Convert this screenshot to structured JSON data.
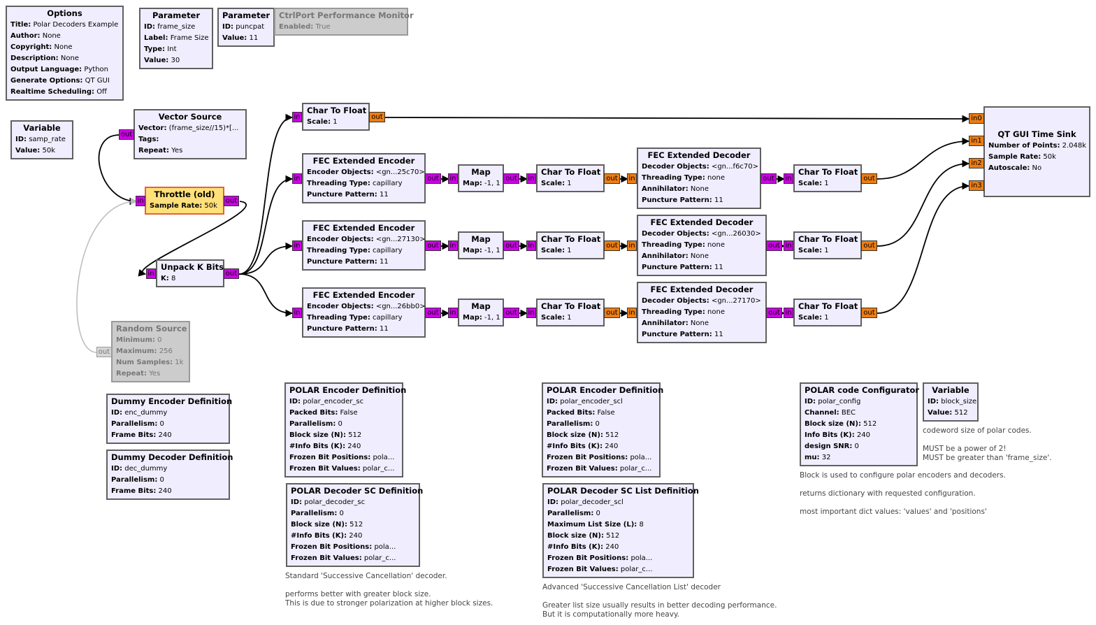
{
  "blocks": {
    "options": {
      "title": "Options",
      "rows": [
        [
          "Title:",
          "Polar Decoders Example"
        ],
        [
          "Author:",
          "None"
        ],
        [
          "Copyright:",
          "None"
        ],
        [
          "Description:",
          "None"
        ],
        [
          "Output Language:",
          "Python"
        ],
        [
          "Generate Options:",
          "QT GUI"
        ],
        [
          "Realtime Scheduling:",
          "Off"
        ]
      ]
    },
    "param1": {
      "title": "Parameter",
      "rows": [
        [
          "ID:",
          "frame_size"
        ],
        [
          "Label:",
          "Frame Size"
        ],
        [
          "Type:",
          "Int"
        ],
        [
          "Value:",
          "30"
        ]
      ]
    },
    "param2": {
      "title": "Parameter",
      "rows": [
        [
          "ID:",
          "puncpat"
        ],
        [
          "Value:",
          "11"
        ]
      ]
    },
    "ctrlport": {
      "title": "CtrlPort Performance Monitor",
      "rows": [
        [
          "Enabled:",
          "True"
        ]
      ]
    },
    "var_samp": {
      "title": "Variable",
      "rows": [
        [
          "ID:",
          "samp_rate"
        ],
        [
          "Value:",
          "50k"
        ]
      ]
    },
    "vecsrc": {
      "title": "Vector Source",
      "rows": [
        [
          "Vector:",
          "(frame_size//15)*[..."
        ],
        [
          "Tags:",
          ""
        ],
        [
          "Repeat:",
          "Yes"
        ]
      ]
    },
    "throttle": {
      "title": "Throttle (old)",
      "rows": [
        [
          "Sample Rate:",
          "50k"
        ]
      ]
    },
    "unpack": {
      "title": "Unpack K Bits",
      "rows": [
        [
          "K:",
          "8"
        ]
      ]
    },
    "randsrc": {
      "title": "Random Source",
      "rows": [
        [
          "Minimum:",
          "0"
        ],
        [
          "Maximum:",
          "256"
        ],
        [
          "Num Samples:",
          "1k"
        ],
        [
          "Repeat:",
          "Yes"
        ]
      ]
    },
    "c2f_top": {
      "title": "Char To Float",
      "rows": [
        [
          "Scale:",
          "1"
        ]
      ]
    },
    "enc1": {
      "title": "FEC Extended Encoder",
      "rows": [
        [
          "Encoder Objects:",
          "<gn...25c70>"
        ],
        [
          "Threading Type:",
          "capillary"
        ],
        [
          "Puncture Pattern:",
          "11"
        ]
      ]
    },
    "enc2": {
      "title": "FEC Extended Encoder",
      "rows": [
        [
          "Encoder Objects:",
          "<gn...27130>"
        ],
        [
          "Threading Type:",
          "capillary"
        ],
        [
          "Puncture Pattern:",
          "11"
        ]
      ]
    },
    "enc3": {
      "title": "FEC Extended Encoder",
      "rows": [
        [
          "Encoder Objects:",
          "<gn...26bb0>"
        ],
        [
          "Threading Type:",
          "capillary"
        ],
        [
          "Puncture Pattern:",
          "11"
        ]
      ]
    },
    "map1": {
      "title": "Map",
      "rows": [
        [
          "Map:",
          "-1, 1"
        ]
      ]
    },
    "map2": {
      "title": "Map",
      "rows": [
        [
          "Map:",
          "-1, 1"
        ]
      ]
    },
    "map3": {
      "title": "Map",
      "rows": [
        [
          "Map:",
          "-1, 1"
        ]
      ]
    },
    "c2f_a1": {
      "title": "Char To Float",
      "rows": [
        [
          "Scale:",
          "1"
        ]
      ]
    },
    "c2f_a2": {
      "title": "Char To Float",
      "rows": [
        [
          "Scale:",
          "1"
        ]
      ]
    },
    "c2f_a3": {
      "title": "Char To Float",
      "rows": [
        [
          "Scale:",
          "1"
        ]
      ]
    },
    "dec1": {
      "title": "FEC Extended Decoder",
      "rows": [
        [
          "Decoder Objects:",
          "<gn...f6c70>"
        ],
        [
          "Threading Type:",
          "none"
        ],
        [
          "Annihilator:",
          "None"
        ],
        [
          "Puncture Pattern:",
          "11"
        ]
      ]
    },
    "dec2": {
      "title": "FEC Extended Decoder",
      "rows": [
        [
          "Decoder Objects:",
          "<gn...26030>"
        ],
        [
          "Threading Type:",
          "none"
        ],
        [
          "Annihilator:",
          "None"
        ],
        [
          "Puncture Pattern:",
          "11"
        ]
      ]
    },
    "dec3": {
      "title": "FEC Extended Decoder",
      "rows": [
        [
          "Decoder Objects:",
          "<gn...27170>"
        ],
        [
          "Threading Type:",
          "none"
        ],
        [
          "Annihilator:",
          "None"
        ],
        [
          "Puncture Pattern:",
          "11"
        ]
      ]
    },
    "c2f_b1": {
      "title": "Char To Float",
      "rows": [
        [
          "Scale:",
          "1"
        ]
      ]
    },
    "c2f_b2": {
      "title": "Char To Float",
      "rows": [
        [
          "Scale:",
          "1"
        ]
      ]
    },
    "c2f_b3": {
      "title": "Char To Float",
      "rows": [
        [
          "Scale:",
          "1"
        ]
      ]
    },
    "sink": {
      "title": "QT GUI Time Sink",
      "rows": [
        [
          "Number of Points:",
          "2.048k"
        ],
        [
          "Sample Rate:",
          "50k"
        ],
        [
          "Autoscale:",
          "No"
        ]
      ]
    },
    "dummy_enc": {
      "title": "Dummy Encoder Definition",
      "rows": [
        [
          "ID:",
          "enc_dummy"
        ],
        [
          "Parallelism:",
          "0"
        ],
        [
          "Frame Bits:",
          "240"
        ]
      ]
    },
    "dummy_dec": {
      "title": "Dummy Decoder Definition",
      "rows": [
        [
          "ID:",
          "dec_dummy"
        ],
        [
          "Parallelism:",
          "0"
        ],
        [
          "Frame Bits:",
          "240"
        ]
      ]
    },
    "polar_enc_sc": {
      "title": "POLAR Encoder Definition",
      "rows": [
        [
          "ID:",
          "polar_encoder_sc"
        ],
        [
          "Packed Bits:",
          "False"
        ],
        [
          "Parallelism:",
          "0"
        ],
        [
          "Block size (N):",
          "512"
        ],
        [
          "#Info Bits (K):",
          "240"
        ],
        [
          "Frozen Bit Positions:",
          "pola..."
        ],
        [
          "Frozen Bit Values:",
          "polar_c..."
        ]
      ]
    },
    "polar_dec_sc": {
      "title": "POLAR Decoder SC Definition",
      "rows": [
        [
          "ID:",
          "polar_decoder_sc"
        ],
        [
          "Parallelism:",
          "0"
        ],
        [
          "Block size (N):",
          "512"
        ],
        [
          "#Info Bits (K):",
          "240"
        ],
        [
          "Frozen Bit Positions:",
          "pola..."
        ],
        [
          "Frozen Bit Values:",
          "polar_c..."
        ]
      ]
    },
    "polar_enc_scl": {
      "title": "POLAR Encoder Definition",
      "rows": [
        [
          "ID:",
          "polar_encoder_scl"
        ],
        [
          "Packed Bits:",
          "False"
        ],
        [
          "Parallelism:",
          "0"
        ],
        [
          "Block size (N):",
          "512"
        ],
        [
          "#Info Bits (K):",
          "240"
        ],
        [
          "Frozen Bit Positions:",
          "pola..."
        ],
        [
          "Frozen Bit Values:",
          "polar_c..."
        ]
      ]
    },
    "polar_dec_scl": {
      "title": "POLAR Decoder SC List Definition",
      "rows": [
        [
          "ID:",
          "polar_decoder_scl"
        ],
        [
          "Parallelism:",
          "0"
        ],
        [
          "Maximum List Size (L):",
          "8"
        ],
        [
          "Block size (N):",
          "512"
        ],
        [
          "#Info Bits (K):",
          "240"
        ],
        [
          "Frozen Bit Positions:",
          "pola..."
        ],
        [
          "Frozen Bit Values:",
          "polar_c..."
        ]
      ]
    },
    "polar_cfg": {
      "title": "POLAR code Configurator",
      "rows": [
        [
          "ID:",
          "polar_config"
        ],
        [
          "Channel:",
          "BEC"
        ],
        [
          "Block size (N):",
          "512"
        ],
        [
          "Info Bits (K):",
          "240"
        ],
        [
          "design SNR:",
          "0"
        ],
        [
          "mu:",
          "32"
        ]
      ]
    },
    "var_block": {
      "title": "Variable",
      "rows": [
        [
          "ID:",
          "block_size"
        ],
        [
          "Value:",
          "512"
        ]
      ]
    }
  },
  "notes": {
    "sc": "Standard 'Successive Cancellation' decoder.\n\nperforms better with greater block size.\nThis is due to stronger polarization at higher block sizes.",
    "scl": "Advanced 'Successive Cancellation List' decoder\n\nGreater list size usually results in better decoding performance.\nBut it is computationally more heavy.",
    "cfg": "Block is used to configure polar encoders and decoders.\n\nreturns dictionary with requested configuration.\n\nmost important dict values: 'values' and 'positions'",
    "block_size": "codeword size of polar codes.\n\nMUST be a power of 2!\nMUST be greater than 'frame_size'."
  },
  "ports": {
    "in": "in",
    "out": "out",
    "in0": "in0",
    "in1": "in1",
    "in2": "in2",
    "in3": "in3"
  }
}
